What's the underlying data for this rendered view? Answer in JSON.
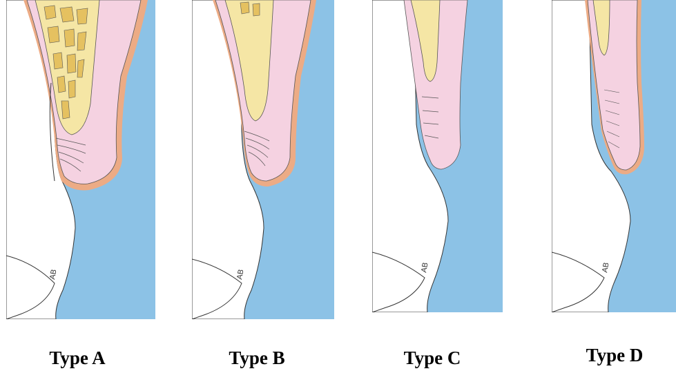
{
  "figure": {
    "panels": [
      {
        "id": "A",
        "caption": "Type A",
        "tooth_mark": "AB",
        "bone": "thick-cancellous",
        "gingiva": "thick"
      },
      {
        "id": "B",
        "caption": "Type B",
        "tooth_mark": "AB",
        "bone": "thin-cortical",
        "gingiva": "thick"
      },
      {
        "id": "C",
        "caption": "Type C",
        "tooth_mark": "AB",
        "bone": "thin-short",
        "gingiva": "thin"
      },
      {
        "id": "D",
        "caption": "Type D",
        "tooth_mark": "AB",
        "bone": "minimal",
        "gingiva": "thin"
      }
    ],
    "colors": {
      "background_blue": "#8cc2e6",
      "gingiva_pink": "#f5d2e1",
      "epithelium_orange": "#ecab85",
      "bone_yellow": "#f5e6a5",
      "marrow_yellow": "#e5c160",
      "tooth_white": "#ffffff"
    }
  }
}
